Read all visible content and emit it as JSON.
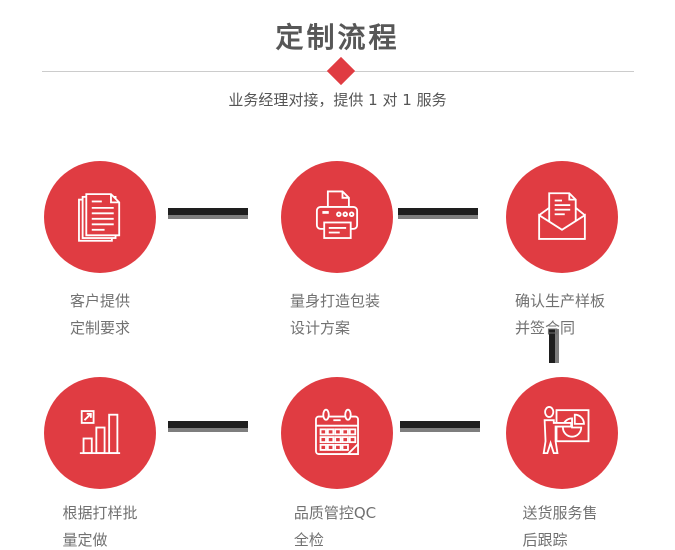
{
  "header": {
    "title": "定制流程",
    "subtitle": "业务经理对接，提供 1 对 1 服务",
    "diamond_icon": "diamond-icon"
  },
  "steps": [
    {
      "id": 1,
      "icon": "documents-stack-icon",
      "line1": "客户提供",
      "line2": "定制要求"
    },
    {
      "id": 2,
      "icon": "printer-icon",
      "line1": "量身打造包装",
      "line2": "设计方案"
    },
    {
      "id": 3,
      "icon": "open-envelope-icon",
      "line1": "确认生产样板",
      "line2": "并签合同"
    },
    {
      "id": 4,
      "icon": "bar-chart-growth-icon",
      "line1": "根据打样批",
      "line2": "量定做"
    },
    {
      "id": 5,
      "icon": "calendar-icon",
      "line1": "品质管控QC",
      "line2": "全检"
    },
    {
      "id": 6,
      "icon": "presentation-pie-icon",
      "line1": "送货服务售",
      "line2": "后跟踪"
    }
  ],
  "connectors": {
    "horizontal": [
      "step1-step2",
      "step2-step3",
      "step4-step5",
      "step5-step6"
    ],
    "vertical": [
      "step3-step6"
    ]
  },
  "colors": {
    "accent_red": "#e03c42",
    "connector_dark": "#1e1e1e",
    "connector_gray": "#7e7e7e",
    "title_text": "#575757",
    "subtitle_text": "#555555",
    "label_text": "#717171",
    "divider_line": "#cccccc",
    "icon_stroke": "#ffffff"
  }
}
